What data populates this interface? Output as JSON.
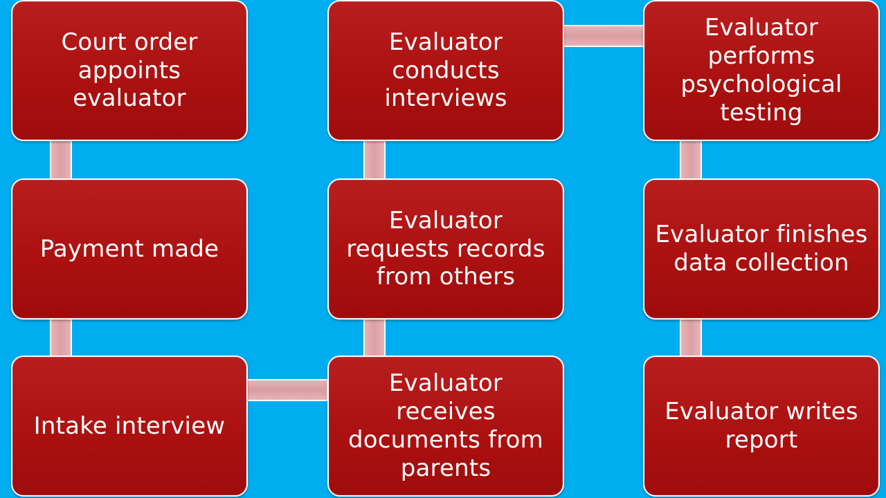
{
  "steps": {
    "court_order": "Court order\nappoints\nevaluator",
    "payment_made": "Payment made",
    "intake_interview": "Intake interview",
    "receives_documents": "Evaluator\nreceives\ndocuments from\nparents",
    "requests_records": "Evaluator\nrequests records\nfrom others",
    "conducts_interviews": "Evaluator\nconducts\ninterviews",
    "psychological_testing": "Evaluator\nperforms\npsychological\ntesting",
    "finishes_data_collection": "Evaluator finishes\ndata collection",
    "writes_report": "Evaluator writes\nreport"
  },
  "colors": {
    "background": "#00aeef",
    "box_fill": "#ac1111",
    "box_border": "#ffffff",
    "connector_fill": "#e7b4b7",
    "text": "#ffffff"
  }
}
